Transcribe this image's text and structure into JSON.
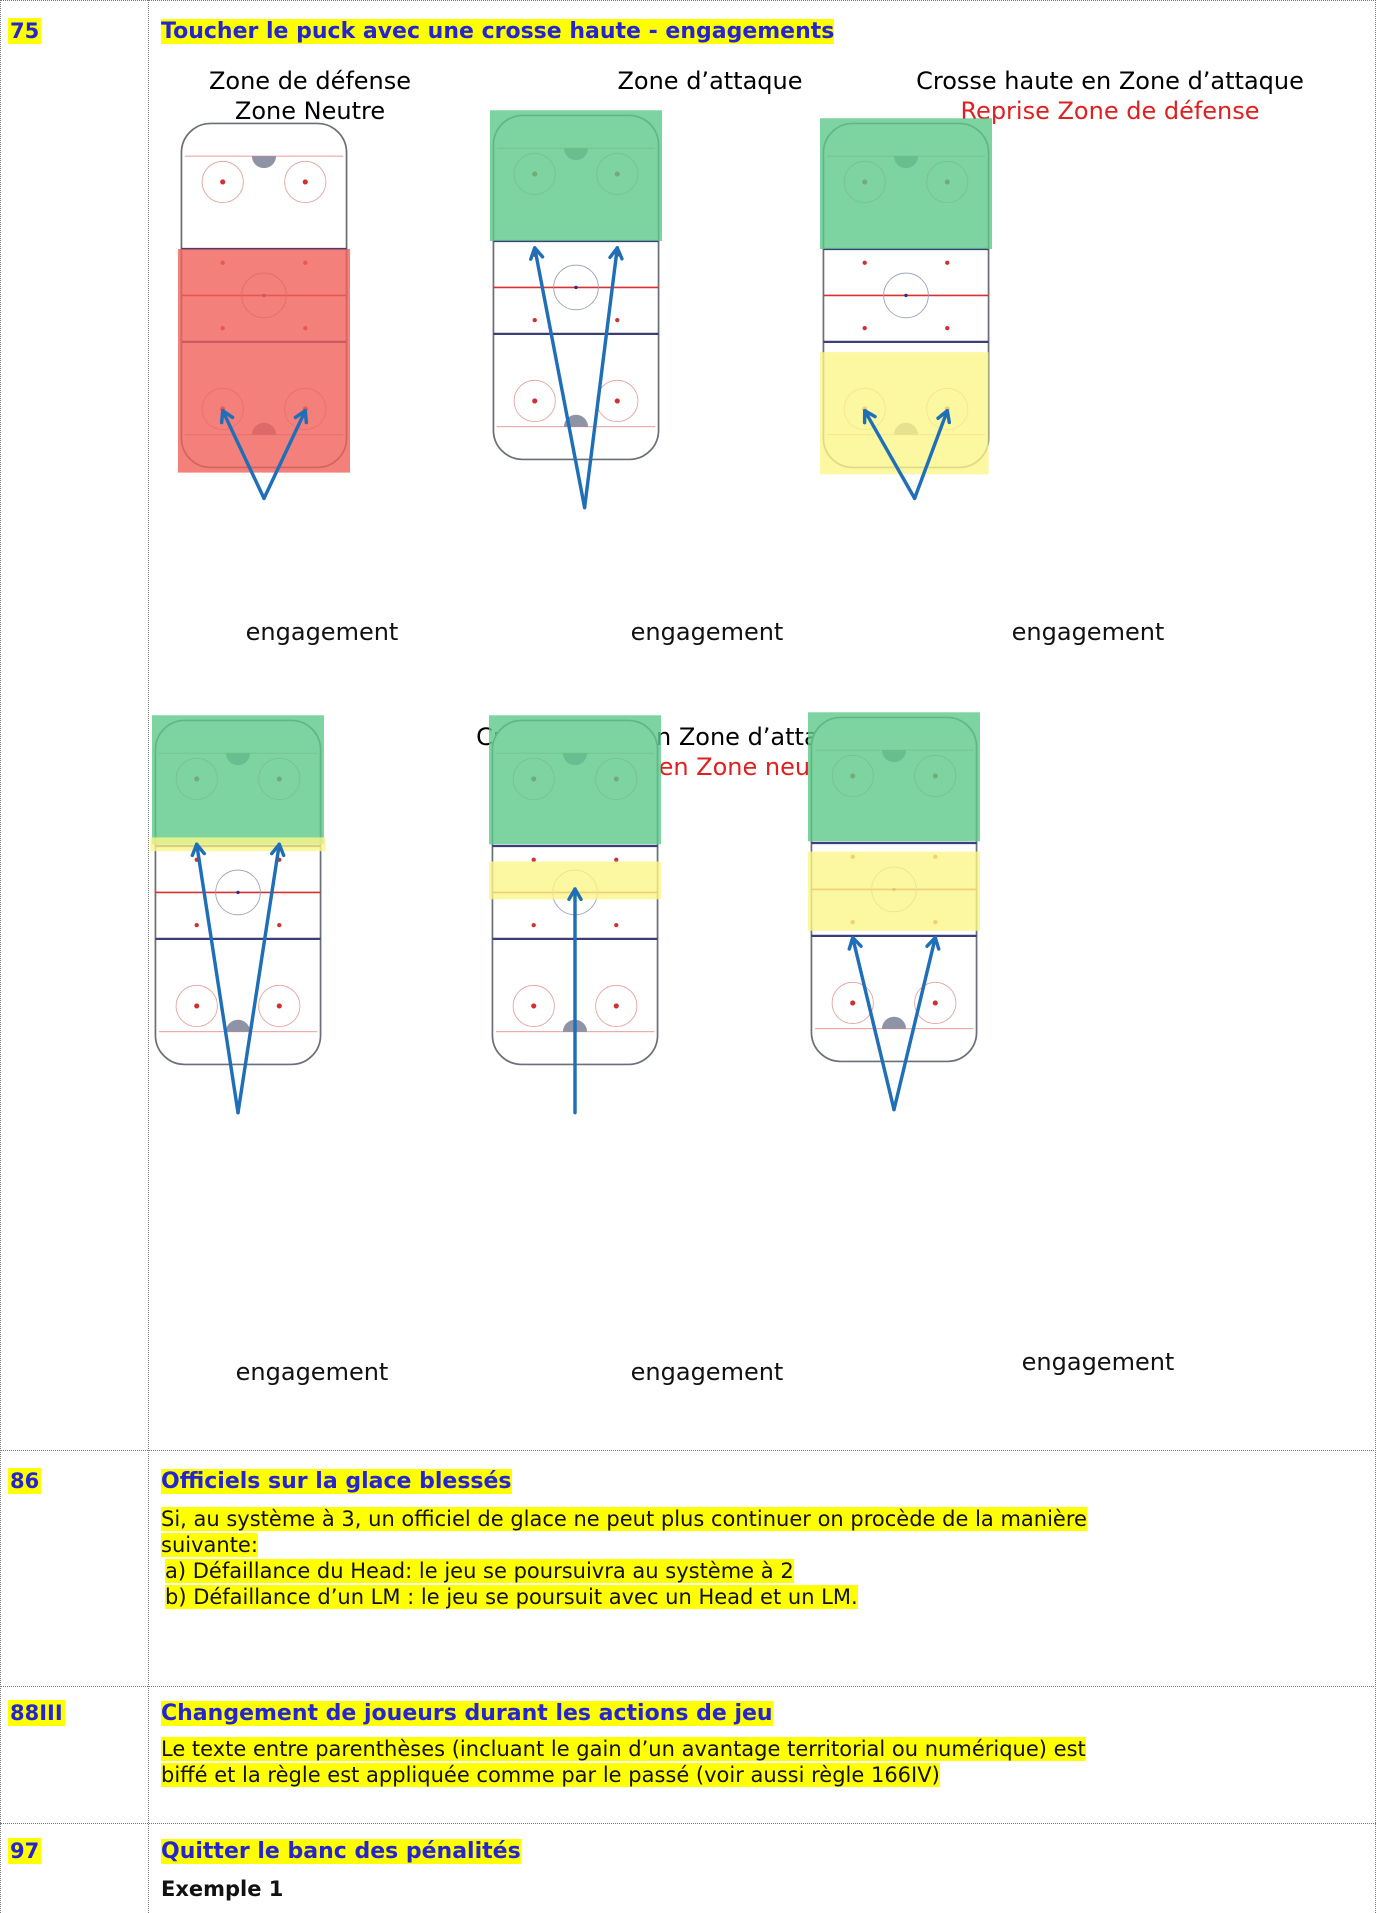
{
  "rows": [
    {
      "number": "75",
      "title": "Toucher le puck avec une crosse haute - engagements",
      "captions_top": [
        {
          "line1": "Zone de défense",
          "line2": "Zone Neutre",
          "line2_red": false
        },
        {
          "line1": "Zone d’attaque",
          "line2": "",
          "line2_red": false
        },
        {
          "line1": "Crosse haute en Zone d’attaque",
          "line2": "Reprise Zone de défense",
          "line2_red": true
        }
      ],
      "caption_middle": {
        "line1": "Crosse haute en Zone d’attaque",
        "line2": "Reprise puck en Zone neutre"
      },
      "engagement_label": "engagement",
      "colors": {
        "defense": "#f0605a",
        "attack": "#5cc98a",
        "neutral_restart": "#fbf58a",
        "arrow": "#1f6fb8"
      }
    },
    {
      "number": "86",
      "title": "Officiels sur la glace blessés",
      "text_line1": "Si, au système à 3, un officiel de glace ne peut plus continuer on procède de la manière",
      "text_line2": "suivante:",
      "items": [
        "a)  Défaillance du Head: le jeu se poursuivra au système à 2",
        "b)  Défaillance d’un LM : le jeu se poursuit avec un Head et un LM."
      ]
    },
    {
      "number": "88III",
      "title": "Changement de joueurs durant les actions de jeu",
      "text_line1": "Le texte entre parenthèses (incluant le gain d’un avantage territorial ou numérique) est",
      "text_line2": "biffé et la règle est appliquée comme par le passé (voir aussi règle 166IV)"
    },
    {
      "number": "97",
      "title": "Quitter le banc des pénalités",
      "subtitle": "Exemple 1"
    }
  ]
}
